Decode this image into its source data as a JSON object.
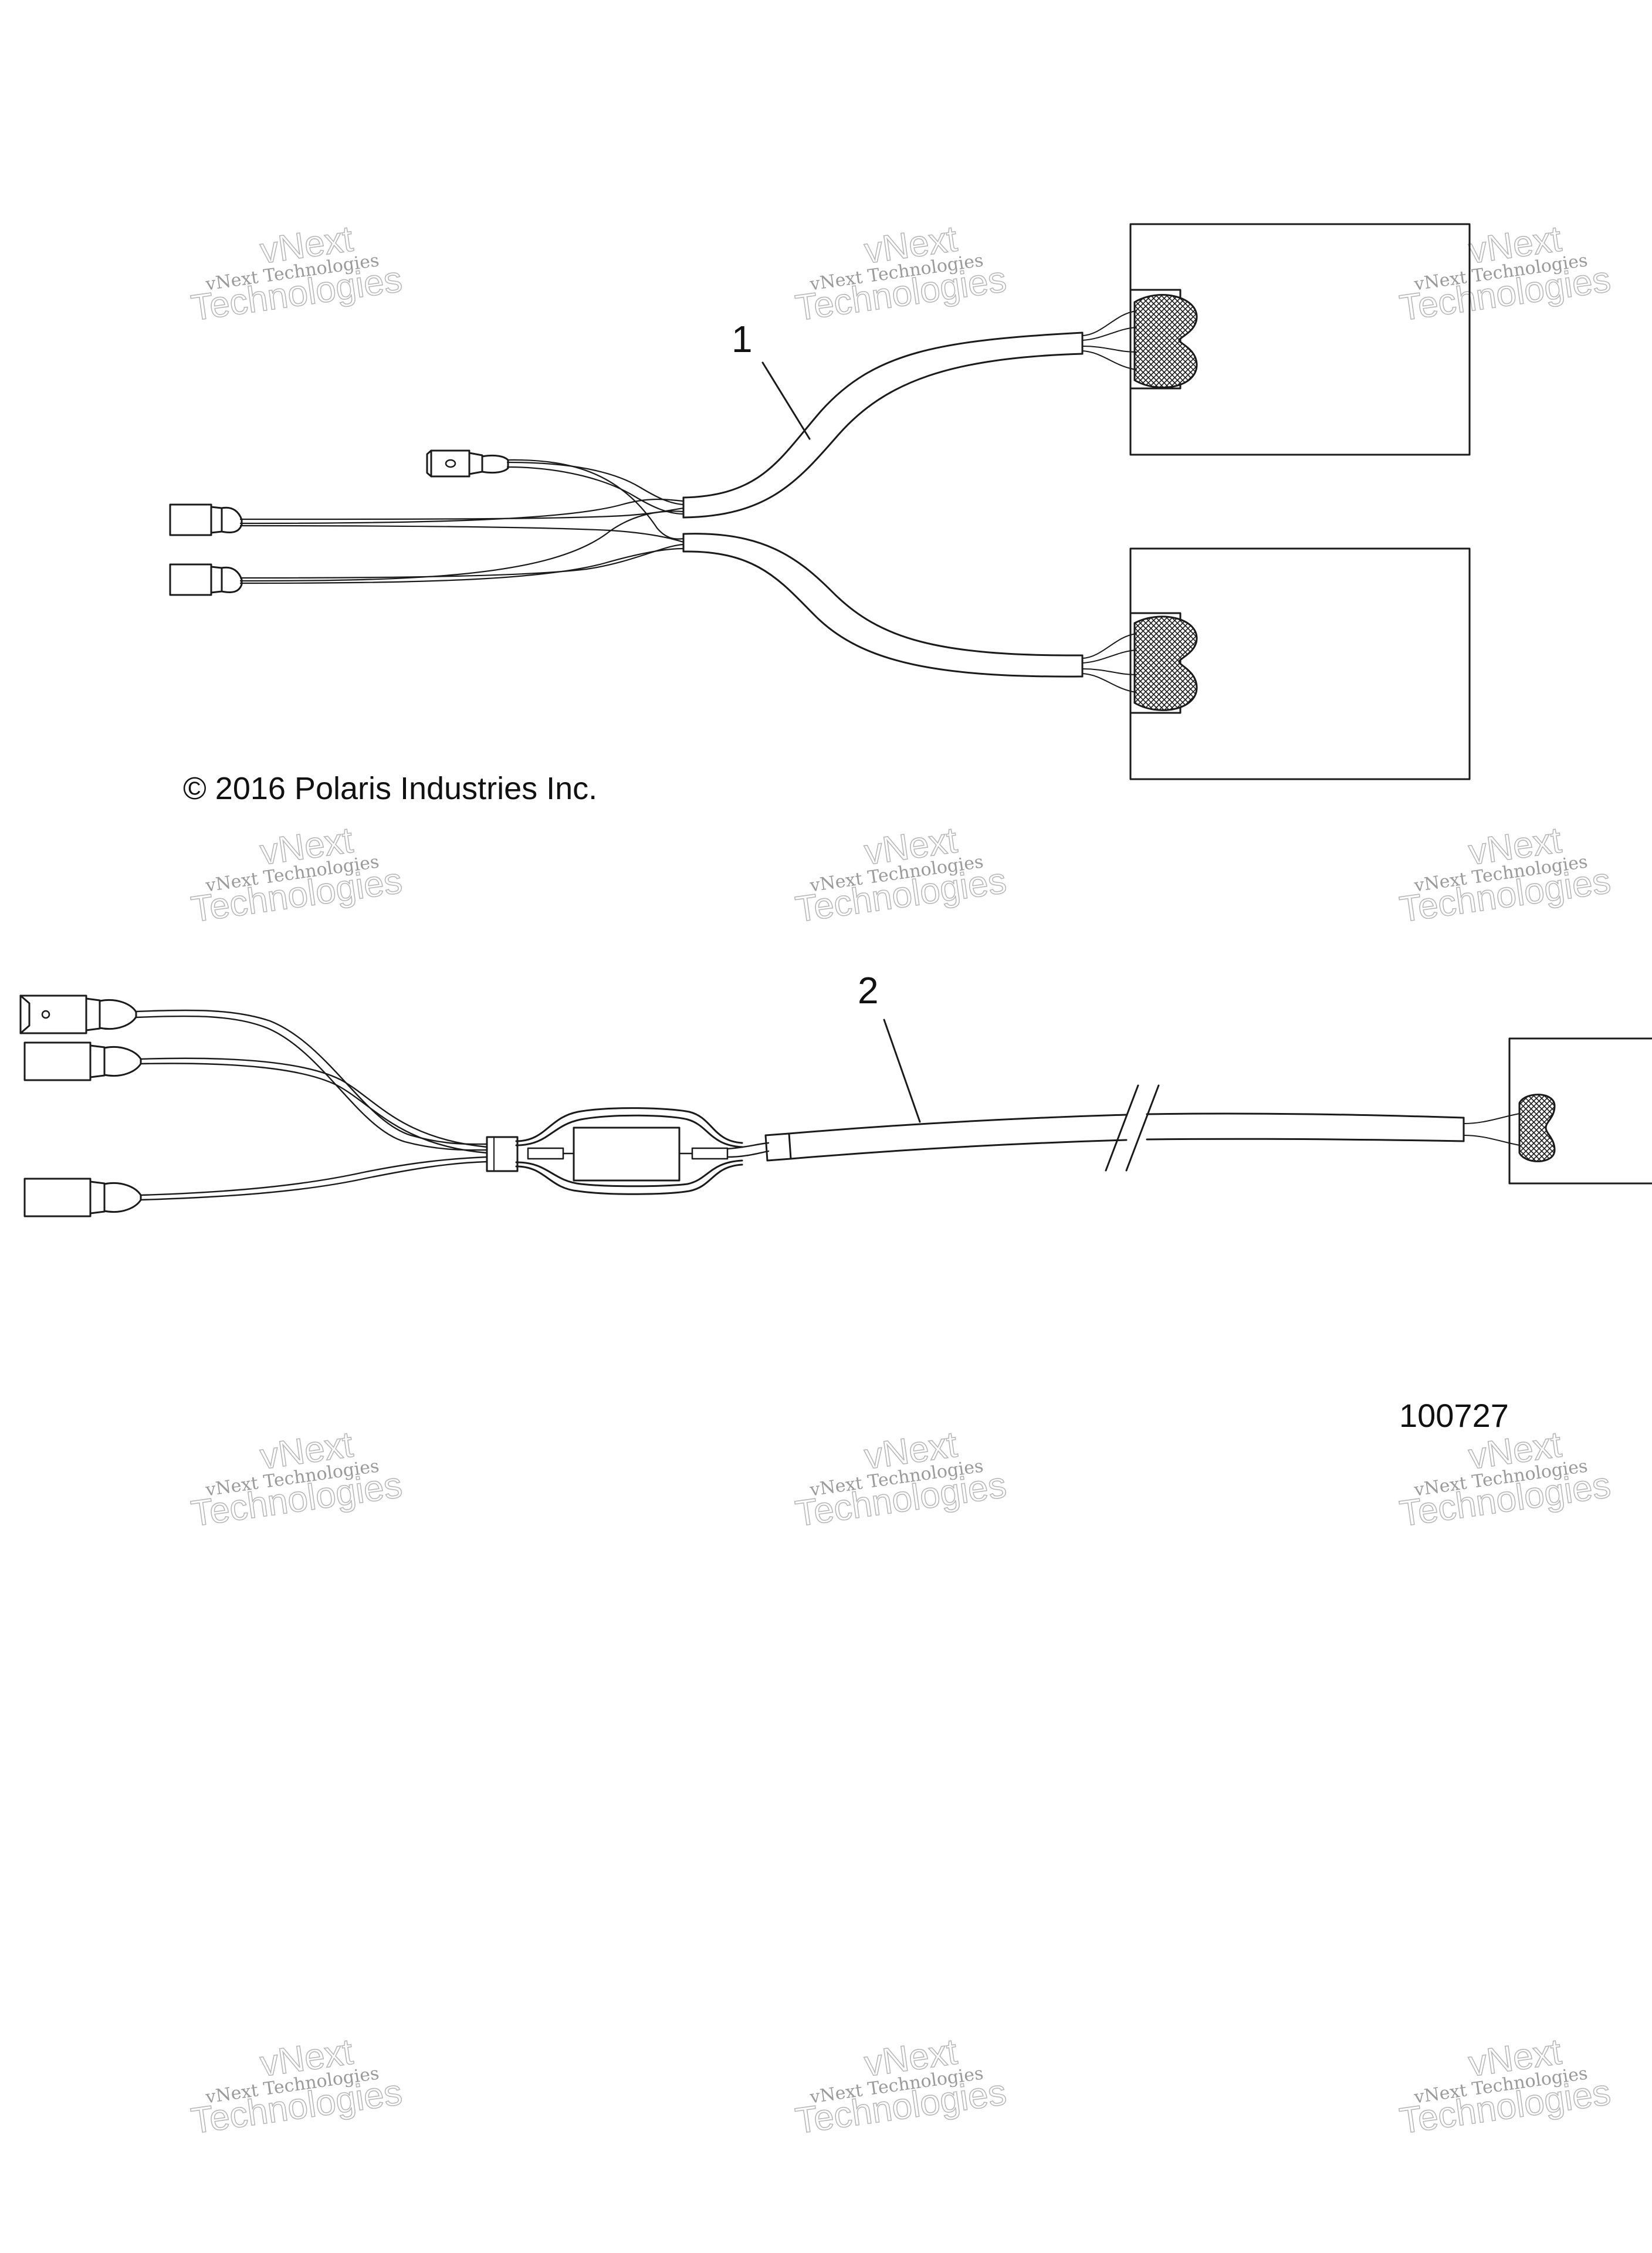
{
  "callouts": [
    {
      "id": "1",
      "label": "1"
    },
    {
      "id": "2",
      "label": "2"
    }
  ],
  "copyright": "© 2016 Polaris Industries Inc.",
  "figure_number": "100727",
  "watermark": {
    "line1": "vNext Technologies",
    "line2": "vNext",
    "line3": "Technologies"
  },
  "colors": {
    "ink": "#1a1a1a",
    "watermark": "#9a9a9a",
    "background": "#ffffff"
  }
}
